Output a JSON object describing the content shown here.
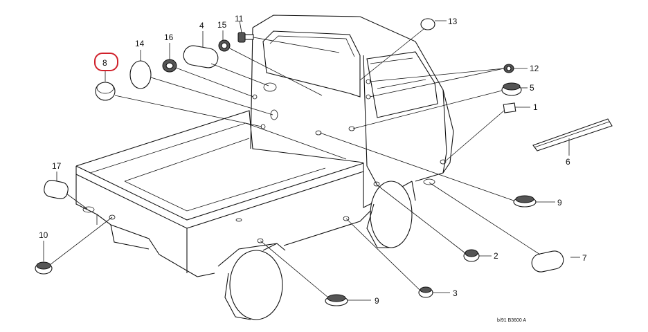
{
  "diagram": {
    "callouts": [
      {
        "id": "c1",
        "label": "1"
      },
      {
        "id": "c2",
        "label": "2"
      },
      {
        "id": "c3",
        "label": "3"
      },
      {
        "id": "c4",
        "label": "4"
      },
      {
        "id": "c5",
        "label": "5"
      },
      {
        "id": "c6",
        "label": "6"
      },
      {
        "id": "c7",
        "label": "7"
      },
      {
        "id": "c8",
        "label": "8"
      },
      {
        "id": "c9a",
        "label": "9"
      },
      {
        "id": "c9b",
        "label": "9"
      },
      {
        "id": "c10",
        "label": "10"
      },
      {
        "id": "c11",
        "label": "11"
      },
      {
        "id": "c12",
        "label": "12"
      },
      {
        "id": "c13",
        "label": "13"
      },
      {
        "id": "c14",
        "label": "14"
      },
      {
        "id": "c15",
        "label": "15"
      },
      {
        "id": "c16",
        "label": "16"
      },
      {
        "id": "c17",
        "label": "17"
      }
    ],
    "highlighted_callout": "8",
    "highlight_color": "#d0202a",
    "reference_code": "b/91 B3600 A"
  }
}
